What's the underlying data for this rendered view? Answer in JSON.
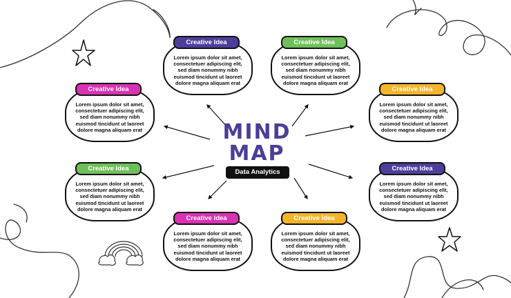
{
  "center": {
    "title_line1": "MIND",
    "title_line2": "MAP",
    "subtitle": "Data Analytics"
  },
  "colors": {
    "purple": "#4c3f9b",
    "green": "#6fbf5a",
    "magenta": "#d932b3",
    "orange": "#f4b52a",
    "title": "#4a3f96"
  },
  "nodes": [
    {
      "label": "Creative Idea",
      "color": "#4c3f9b",
      "body": "Lorem ipsum dolor sit amet, consectetuer adipiscing elit, sed diam nonummy nibh euismod tincidunt ut laoreet dolore magna aliquam erat"
    },
    {
      "label": "Creative Idea",
      "color": "#6fbf5a",
      "body": "Lorem ipsum dolor sit amet, consectetuer adipiscing elit, sed diam nonummy nibh euismod tincidunt ut laoreet dolore magna aliquam erat"
    },
    {
      "label": "Creative Idea",
      "color": "#d932b3",
      "body": "Lorem ipsum dolor sit amet, consectetuer adipiscing elit, sed diam nonummy nibh euismod tincidunt ut laoreet dolore magna aliquam erat"
    },
    {
      "label": "Creative Idea",
      "color": "#f4b52a",
      "body": "Lorem ipsum dolor sit amet, consectetuer adipiscing elit, sed diam nonummy nibh euismod tincidunt ut laoreet dolore magna aliquam erat"
    },
    {
      "label": "Creative Idea",
      "color": "#6fbf5a",
      "body": "Lorem ipsum dolor sit amet, consectetuer adipiscing elit, sed diam nonummy nibh euismod tincidunt ut laoreet dolore magna aliquam erat"
    },
    {
      "label": "Creative Idea",
      "color": "#4c3f9b",
      "body": "Lorem ipsum dolor sit amet, consectetuer adipiscing elit, sed diam nonummy nibh euismod tincidunt ut laoreet dolore magna aliquam erat"
    },
    {
      "label": "Creative Idea",
      "color": "#d932b3",
      "body": "Lorem ipsum dolor sit amet, consectetuer adipiscing elit, sed diam nonummy nibh euismod tincidunt ut laoreet dolore magna aliquam erat"
    },
    {
      "label": "Creative Idea",
      "color": "#f4b52a",
      "body": "Lorem ipsum dolor sit amet, consectetuer adipiscing elit, sed diam nonummy nibh euismod tincidunt ut laoreet dolore magna aliquam erat"
    }
  ]
}
